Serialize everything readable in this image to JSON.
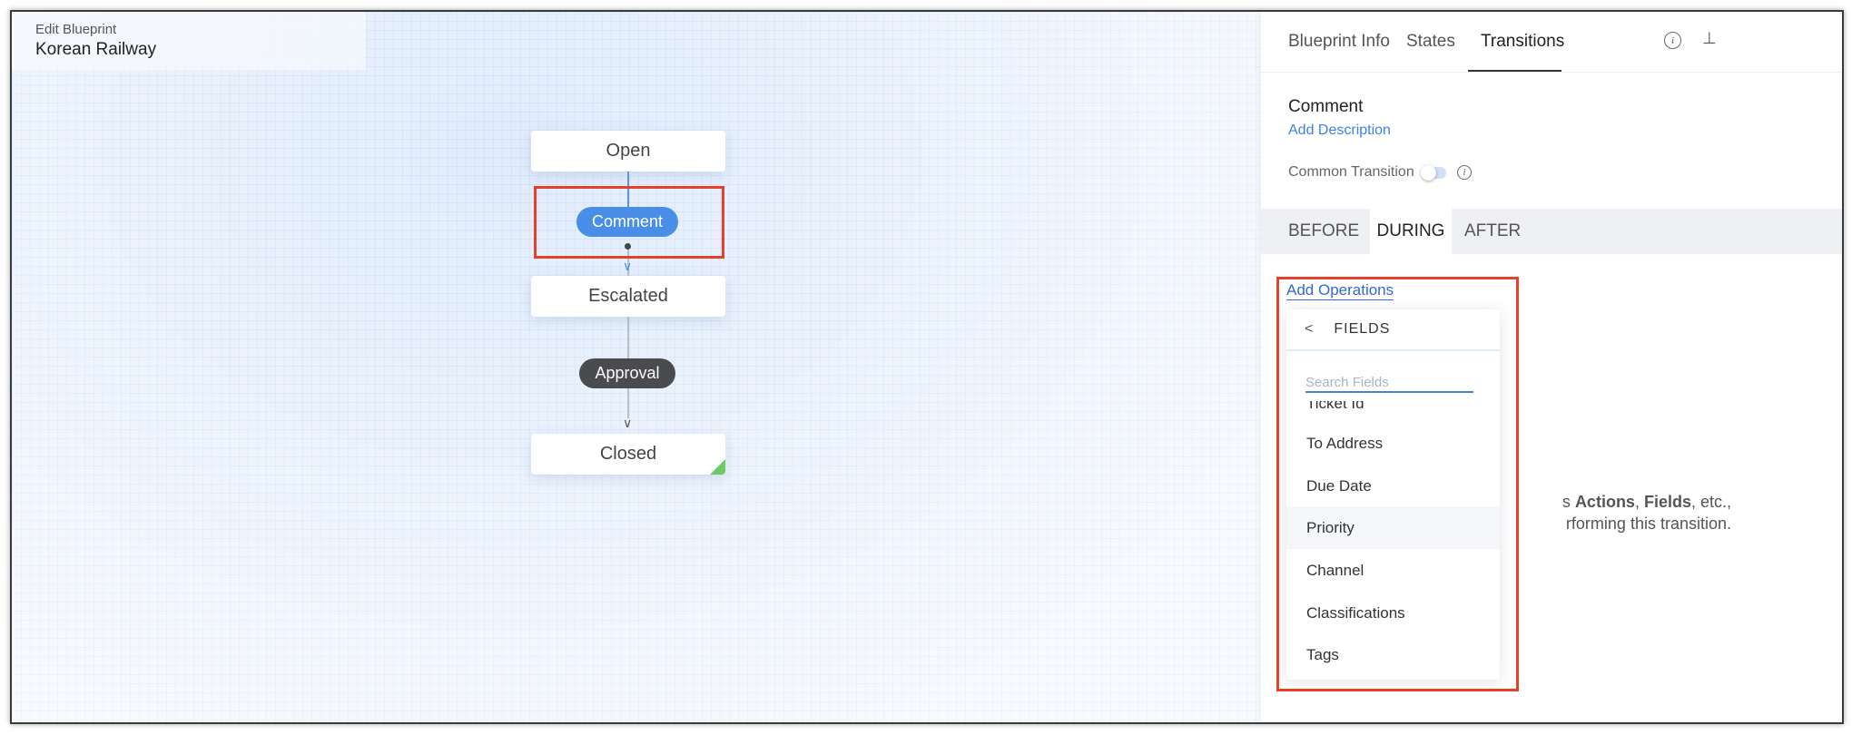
{
  "header": {
    "subtitle": "Edit Blueprint",
    "title": "Korean Railway"
  },
  "flow": {
    "states": [
      "Open",
      "Escalated",
      "Closed"
    ],
    "transitions": [
      {
        "label": "Comment",
        "color": "#4a8fe7",
        "selected": true
      },
      {
        "label": "Approval",
        "color": "#4a4b4f",
        "selected": false
      }
    ],
    "closed_marker_color": "#6ccb5f",
    "highlight_color": "#e5402a"
  },
  "panel": {
    "tabs": [
      {
        "label": "Blueprint Info"
      },
      {
        "label": "States"
      },
      {
        "label": "Transitions",
        "active": true
      }
    ],
    "icons": {
      "info": "info-icon",
      "pin": "pin-icon"
    },
    "transition_name": "Comment",
    "add_description": "Add Description",
    "common_transition_label": "Common Transition",
    "common_transition_on": false,
    "phases": [
      {
        "label": "BEFORE"
      },
      {
        "label": "DURING",
        "active": true
      },
      {
        "label": "AFTER"
      }
    ],
    "add_operations": "Add Operations",
    "empty_text_line1_a": "s ",
    "empty_text_line1_b": "Actions",
    "empty_text_line1_c": ", ",
    "empty_text_line1_d": "Fields",
    "empty_text_line1_e": ", etc.,",
    "empty_text_line2": "rforming this transition.",
    "accent": "#2f6ad9"
  },
  "dropdown": {
    "title": "FIELDS",
    "search_placeholder": "Search Fields",
    "items": [
      "Ticket Id",
      "To Address",
      "Due Date",
      "Priority",
      "Channel",
      "Classifications",
      "Tags"
    ],
    "hovered": "Priority"
  }
}
